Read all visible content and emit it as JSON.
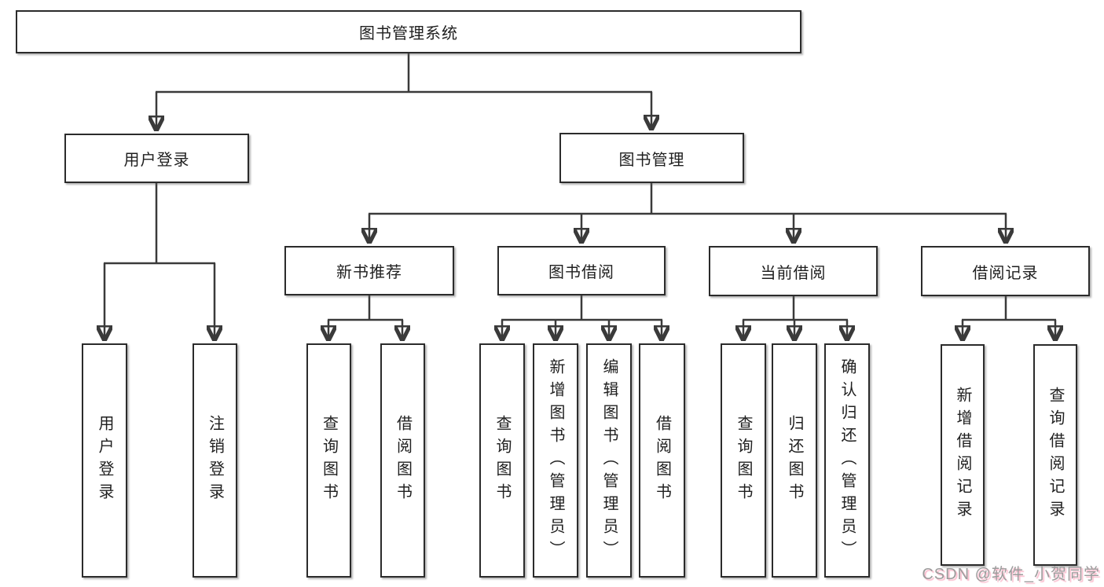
{
  "diagram": {
    "type": "hierarchy-tree",
    "colors": {
      "background": "#ffffff",
      "box_border": "#2b2b2b",
      "connector_line": "#3a3a3a",
      "text": "#1f1f1f",
      "watermark_text": "#9c9c9c",
      "watermark_shadow": "#f780a0"
    },
    "root": {
      "label": "图书管理系统"
    },
    "row2": [
      {
        "label": "用户登录",
        "parent": "图书管理系统"
      },
      {
        "label": "图书管理",
        "parent": "图书管理系统"
      }
    ],
    "row3": [
      {
        "label": "新书推荐",
        "parent": "图书管理"
      },
      {
        "label": "图书借阅",
        "parent": "图书管理"
      },
      {
        "label": "当前借阅",
        "parent": "图书管理"
      },
      {
        "label": "借阅记录",
        "parent": "图书管理"
      }
    ],
    "row4": [
      {
        "label": "用户登录",
        "parent": "用户登录"
      },
      {
        "label": "注销登录",
        "parent": "用户登录"
      },
      {
        "label": "查询图书",
        "parent": "新书推荐"
      },
      {
        "label": "借阅图书",
        "parent": "新书推荐"
      },
      {
        "label": "查询图书",
        "parent": "图书借阅"
      },
      {
        "label": "新增图书（管理员）",
        "parent": "图书借阅"
      },
      {
        "label": "编辑图书（管理员）",
        "parent": "图书借阅"
      },
      {
        "label": "借阅图书",
        "parent": "图书借阅"
      },
      {
        "label": "查询图书",
        "parent": "当前借阅"
      },
      {
        "label": "归还图书",
        "parent": "当前借阅"
      },
      {
        "label": "确认归还（管理员）",
        "parent": "当前借阅"
      },
      {
        "label": "新增借阅记录",
        "parent": "借阅记录"
      },
      {
        "label": "查询借阅记录",
        "parent": "借阅记录"
      }
    ]
  },
  "watermark": {
    "text": "CSDN @软件_小贺同学"
  }
}
